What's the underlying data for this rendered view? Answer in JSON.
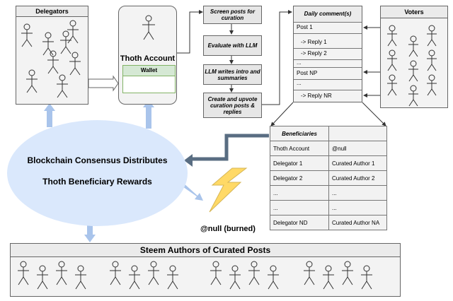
{
  "delegators_title": "Delegators",
  "thoth_title": "Thoth Account",
  "wallet_label": "Wallet",
  "steps": [
    "Screen posts for curation",
    "Evaluate with LLM",
    "LLM writes intro and summaries",
    "Create and upvote curation posts & replies"
  ],
  "daily_title": "Daily comment(s)",
  "daily_rows": [
    "Post 1",
    "-> Reply 1",
    "-> Reply 2",
    "...",
    "Post NP",
    "...",
    "-> Reply NR"
  ],
  "voters_title": "Voters",
  "ellipse_line1": "Blockchain Consensus Distributes",
  "ellipse_line2": "Thoth Beneficiary Rewards",
  "null_label": "@null (burned)",
  "beneficiaries": {
    "title": "Beneficiaries",
    "rows": [
      [
        "Thoth Account",
        "@null"
      ],
      [
        "Delegator 1",
        "Curated Author 1"
      ],
      [
        "Delegator 2",
        "Curated Author 2"
      ],
      [
        "...",
        "..."
      ],
      [
        "...",
        "..."
      ],
      [
        "Delegator ND",
        "Curated Author NA"
      ]
    ]
  },
  "authors_title": "Steem Authors of Curated Posts",
  "colors": {
    "ellipse": "#dae8fc",
    "arrow_blue": "#a9c4eb",
    "arrow_dark": "#596d82",
    "lightning": "#ffd966"
  }
}
